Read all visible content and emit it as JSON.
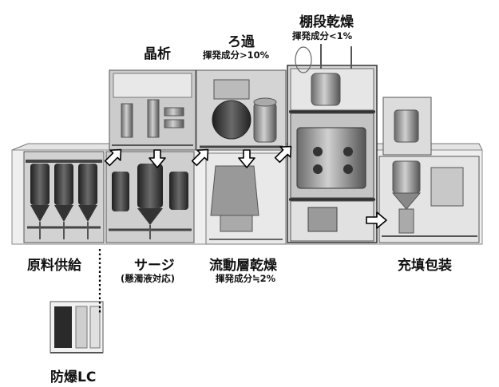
{
  "labels": {
    "crystallization": "晶析",
    "filtration": "ろ過",
    "filtration_note": "揮発成分>10%",
    "tray_drying": "棚段乾燥",
    "tray_drying_note": "揮発成分<1%",
    "raw_material": "原料供給",
    "surge": "サージ",
    "surge_note": "(懸濁液対応)",
    "fluid_bed_drying": "流動層乾燥",
    "fluid_bed_note": "揮発成分≒2%",
    "filling_packaging": "充填包装",
    "explosion_proof_lc": "防爆LC"
  },
  "colors": {
    "frame": "#555555",
    "panel": "#d9d9d9",
    "panel_dark": "#8a8a8a",
    "vessel": "#3c3c3c",
    "arrow_fill": "#ffffff",
    "arrow_stroke": "#000000"
  }
}
